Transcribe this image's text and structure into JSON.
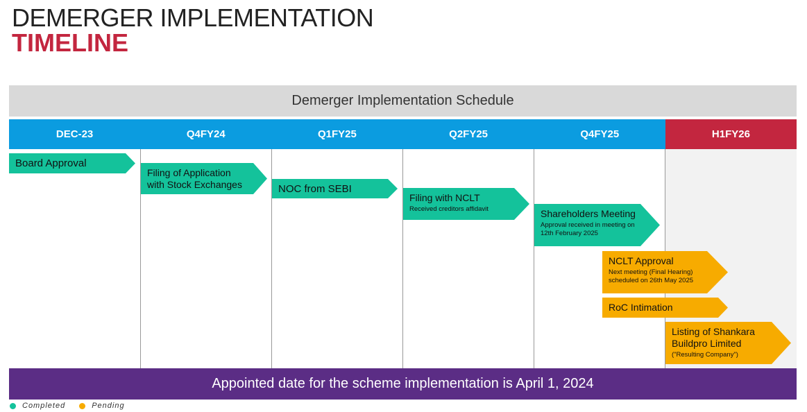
{
  "title": {
    "line1": "DEMERGER IMPLEMENTATION",
    "line2": "TIMELINE"
  },
  "schedule_header": "Demerger Implementation Schedule",
  "periods": [
    "DEC-23",
    "Q4FY24",
    "Q1FY25",
    "Q2FY25",
    "Q4FY25",
    "H1FY26"
  ],
  "milestones": [
    {
      "label": "Board Approval",
      "sub": "",
      "status": "completed"
    },
    {
      "label": "Filing of Application with Stock Exchanges",
      "sub": "",
      "status": "completed"
    },
    {
      "label": "NOC from SEBI",
      "sub": "",
      "status": "completed"
    },
    {
      "label": "Filing with NCLT",
      "sub": "Received creditors affidavit",
      "status": "completed"
    },
    {
      "label": "Shareholders Meeting",
      "sub": "Approval received in meeting on 12th February 2025",
      "status": "completed"
    },
    {
      "label": "NCLT Approval",
      "sub": "Next meeting (Final Hearing) scheduled on 26th May 2025",
      "status": "pending"
    },
    {
      "label": "RoC Intimation",
      "sub": "",
      "status": "pending"
    },
    {
      "label": "Listing of Shankara Buildpro Limited",
      "sub": "(\"Resulting Company\")",
      "status": "pending"
    }
  ],
  "footer": "Appointed date for the scheme implementation is April 1, 2024",
  "legend": {
    "completed": "Completed",
    "pending": "Pending"
  },
  "colors": {
    "completed": "#14c29b",
    "pending": "#f7ab00",
    "header": "#0b9ce0",
    "accent": "#c3263f",
    "footer": "#5b2d85"
  }
}
